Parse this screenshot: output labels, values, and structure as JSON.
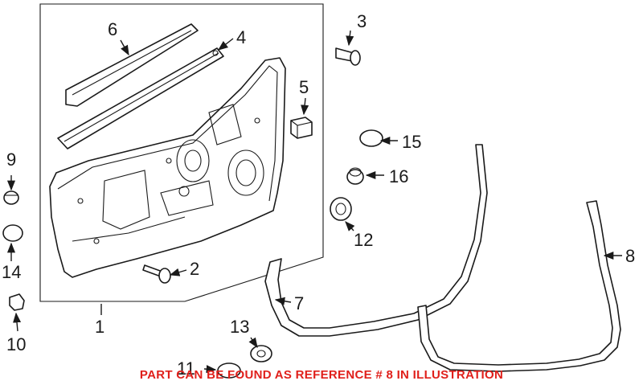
{
  "callouts": {
    "c1": "1",
    "c2": "2",
    "c3": "3",
    "c4": "4",
    "c5": "5",
    "c6": "6",
    "c7": "7",
    "c8": "8",
    "c9": "9",
    "c10": "10",
    "c11": "11",
    "c12": "12",
    "c13": "13",
    "c14": "14",
    "c15": "15",
    "c16": "16"
  },
  "notice": {
    "text": "PART CAN BE FOUND AS REFERENCE # 8 IN ILLUSTRATION",
    "color": "#e0201b"
  },
  "colors": {
    "line": "#1a1a1a",
    "background": "#ffffff"
  }
}
